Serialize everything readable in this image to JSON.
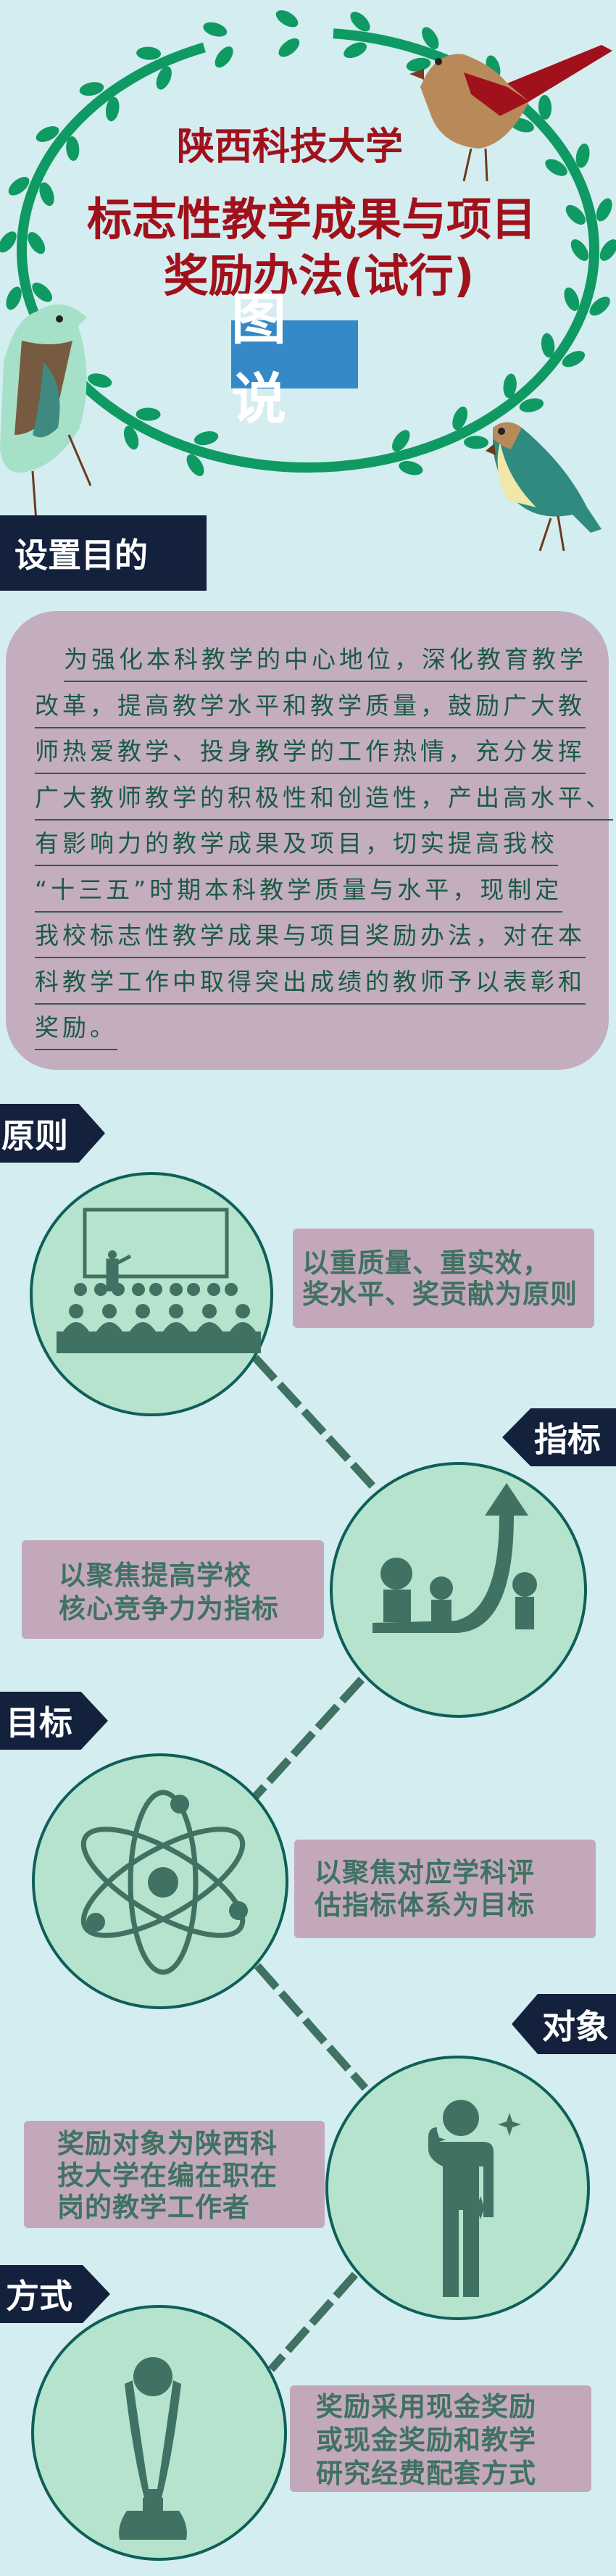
{
  "header": {
    "university": "陕西科技大学",
    "title_line1": "标志性教学成果与项目",
    "title_line2": "奖励办法(试行)",
    "badge": "图说"
  },
  "purpose": {
    "heading": "设置目的",
    "lines": [
      "为强化本科教学的中心地位，深化教育教学",
      "改革，提高教学水平和教学质量，鼓励广大教",
      "师热爱教学、投身教学的工作热情，充分发挥",
      "广大教师教学的积极性和创造性，产出高水平、",
      "有影响力的教学成果及项目，切实提高我校",
      "“十三五”时期本科教学质量与水平，现制定",
      "我校标志性教学成果与项目奖励办法，对在本",
      "科教学工作中取得突出成绩的教师予以表彰和",
      "奖励。"
    ]
  },
  "sections": [
    {
      "label": "原则",
      "icon": "classroom-icon",
      "lines": [
        "以重质量、重实效，",
        "奖水平、奖贡献为原则"
      ]
    },
    {
      "label": "指标",
      "icon": "growth-arrow-people-icon",
      "lines": [
        "以聚焦提高学校",
        "核心竞争力为指标"
      ]
    },
    {
      "label": "目标",
      "icon": "atom-icon",
      "lines": [
        "以聚焦对应学科评",
        "估指标体系为目标"
      ]
    },
    {
      "label": "对象",
      "icon": "person-award-icon",
      "lines": [
        "奖励对象为陕西科",
        "技大学在编在职在",
        "岗的教学工作者"
      ]
    },
    {
      "label": "方式",
      "icon": "trophy-icon",
      "lines": [
        "奖励采用现金奖励",
        "或现金奖励和教学",
        "研究经费配套方式"
      ]
    }
  ],
  "colors": {
    "background": "#d4edf0",
    "title_red": "#a0111b",
    "badge_blue": "#3589c6",
    "banner_navy": "#14213d",
    "circle_fill": "#b5e3cd",
    "icon_green": "#3f7262",
    "box_pink": "#c3a8bb",
    "wreath_green": "#0e9a62"
  }
}
